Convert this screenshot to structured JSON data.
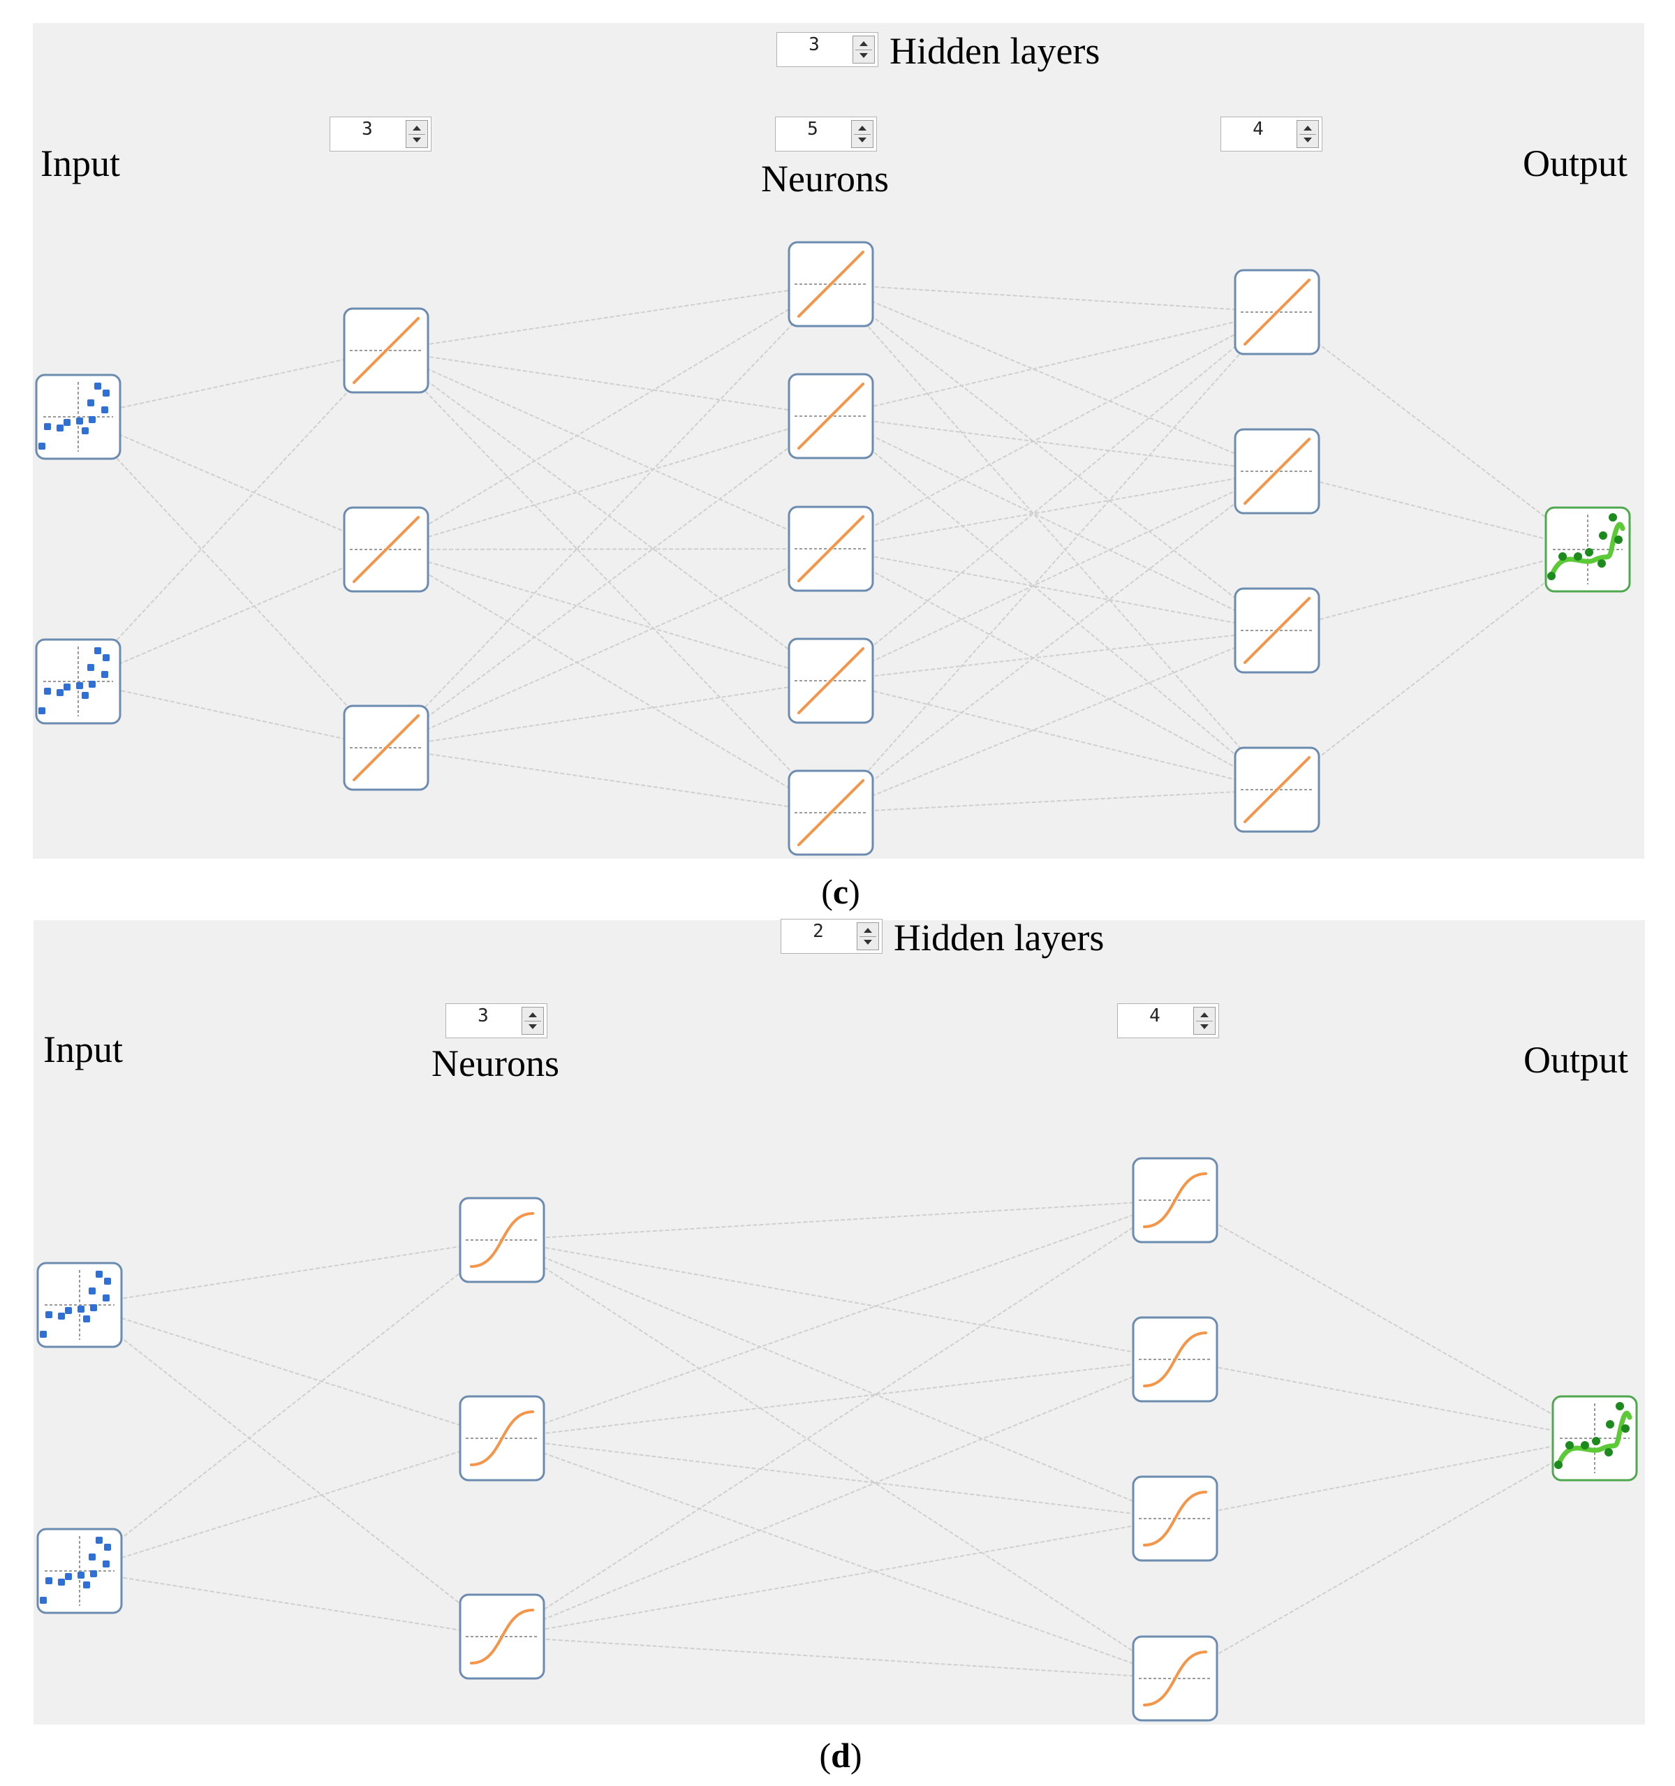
{
  "panels": [
    {
      "id": "c",
      "caption": "c",
      "hidden_layers_value": "3",
      "hidden_layers_label": "Hidden layers",
      "neurons_label": "Neurons",
      "input_label": "Input",
      "output_label": "Output",
      "layer_spinners": [
        "3",
        "5",
        "4"
      ],
      "layer_sizes": [
        2,
        3,
        5,
        4,
        1
      ],
      "hidden_activation": "linear"
    },
    {
      "id": "d",
      "caption": "d",
      "hidden_layers_value": "2",
      "hidden_layers_label": "Hidden layers",
      "neurons_label": "Neurons",
      "input_label": "Input",
      "output_label": "Output",
      "layer_spinners": [
        "3",
        "4"
      ],
      "layer_sizes": [
        2,
        3,
        4,
        1
      ],
      "hidden_activation": "sigmoid"
    }
  ],
  "colors": {
    "panel_bg": "#f0f0f0",
    "node_border": "#6b8bb0",
    "output_border": "#4fa84f",
    "activation_line": "#f4954a",
    "input_dots": "#2f6fd6",
    "output_curve": "#5cc936",
    "output_dots": "#1d8a1d",
    "edge": "#cfcfcf"
  },
  "icons": {
    "input": "scatter-plot-icon",
    "hidden_c": "linear-activation-icon",
    "hidden_d": "sigmoid-activation-icon",
    "output": "fitted-curve-icon"
  }
}
